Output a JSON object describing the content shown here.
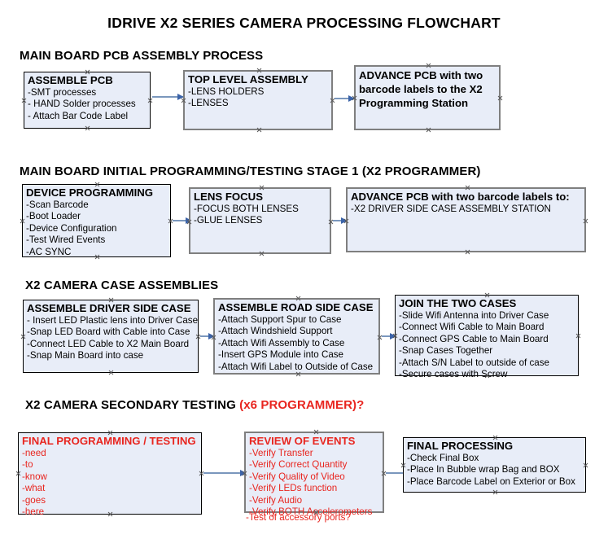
{
  "document": {
    "title": "IDRIVE X2  SERIES CAMERA PROCESSING FLOWCHART"
  },
  "colors": {
    "box_fill": "#e8edf8",
    "border_black": "#000000",
    "border_gray": "#7f7f7f",
    "arrow": "#7a97bd",
    "arrow_head": "#3b63a8",
    "accent_red": "#e8251f",
    "text": "#000000"
  },
  "sections": [
    {
      "id": "main-board-pcb-assembly",
      "title": "MAIN BOARD PCB ASSEMBLY PROCESS",
      "title_accent": "",
      "boxes": [
        {
          "id": "assemble-pcb",
          "heading": "ASSEMBLE PCB",
          "lines": [
            "-SMT processes",
            "- HAND Solder processes",
            "- Attach Bar Code Label"
          ],
          "border": "black",
          "text_color": "black"
        },
        {
          "id": "top-level-assembly",
          "heading": "TOP LEVEL ASSEMBLY",
          "lines": [
            "-LENS HOLDERS",
            "-LENSES"
          ],
          "border": "gray",
          "text_color": "black"
        },
        {
          "id": "advance-pcb-to-x2-programming-station",
          "heading": "ADVANCE PCB with two barcode labels to the  X2 Programming Station",
          "lines": [],
          "border": "gray",
          "text_color": "black"
        }
      ]
    },
    {
      "id": "main-board-initial-programming",
      "title": "MAIN BOARD INITIAL PROGRAMMING/TESTING STAGE 1 (X2 PROGRAMMER)",
      "title_accent": "",
      "boxes": [
        {
          "id": "device-programming",
          "heading": "DEVICE PROGRAMMING",
          "lines": [
            "-Scan Barcode",
            "-Boot Loader",
            "-Device Configuration",
            "-Test Wired Events",
            "-AC SYNC"
          ],
          "border": "black",
          "text_color": "black"
        },
        {
          "id": "lens-focus",
          "heading": "LENS FOCUS",
          "lines": [
            "-FOCUS BOTH LENSES",
            "-GLUE LENSES"
          ],
          "border": "gray",
          "text_color": "black"
        },
        {
          "id": "advance-pcb-to-driver-side-case-station",
          "heading": "ADVANCE PCB with two barcode labels to:",
          "lines": [
            "-X2 DRIVER  SIDE  CASE  ASSEMBLY STATION"
          ],
          "border": "gray",
          "text_color": "black"
        }
      ]
    },
    {
      "id": "x2-camera-case-assemblies",
      "title": "X2 CAMERA CASE ASSEMBLIES",
      "title_accent": "",
      "boxes": [
        {
          "id": "assemble-driver-side-case",
          "heading": "ASSEMBLE DRIVER SIDE CASE",
          "lines": [
            "- Insert LED Plastic lens into Driver Case",
            "-Snap LED Board with Cable into Case",
            "-Connect LED Cable to X2 Main Board",
            "-Snap Main Board into case"
          ],
          "border": "black",
          "text_color": "black"
        },
        {
          "id": "assemble-road-side-case",
          "heading": "ASSEMBLE ROAD SIDE CASE",
          "lines": [
            "-Attach Support Spur to Case",
            "-Attach Windshield Support",
            "-Attach Wifi Assembly to Case",
            "-Insert GPS Module into Case",
            "-Attach Wifi Label to Outside of Case"
          ],
          "border": "gray",
          "text_color": "black"
        },
        {
          "id": "join-the-two-cases",
          "heading": "JOIN THE TWO CASES",
          "lines": [
            "-Slide Wifi Antenna into Driver Case",
            "-Connect Wifi Cable to Main Board",
            "-Connect GPS Cable to Main Board",
            "-Snap Cases Together",
            "-Attach S/N Label to outside of case",
            "-Secure cases with Screw"
          ],
          "border": "black",
          "text_color": "black"
        }
      ]
    },
    {
      "id": "x2-camera-secondary-testing",
      "title": "X2 CAMERA SECONDARY TESTING ",
      "title_accent": "(x6 PROGRAMMER)?",
      "boxes": [
        {
          "id": "final-programming-testing",
          "heading": "FINAL PROGRAMMING / TESTING",
          "lines": [
            "-need",
            "-to",
            "-know",
            "-what",
            "-goes",
            "-here"
          ],
          "border": "black",
          "text_color": "red"
        },
        {
          "id": "review-of-events",
          "heading": "REVIEW OF EVENTS",
          "lines": [
            "-Verify Transfer",
            "-Verify Correct Quantity",
            "-Verify Quality of Video",
            "-Verify LEDs function",
            "-Verify Audio",
            "-Verify BOTH Accelerometers"
          ],
          "overflow_line": "-Test of accessory ports?",
          "border": "gray",
          "text_color": "red"
        },
        {
          "id": "final-processing",
          "heading": "FINAL PROCESSING",
          "lines": [
            " -Check Final Box",
            "-Place In Bubble wrap Bag and BOX",
            "-Place Barcode Label on Exterior or Box"
          ],
          "border": "black",
          "text_color": "black"
        }
      ]
    }
  ]
}
